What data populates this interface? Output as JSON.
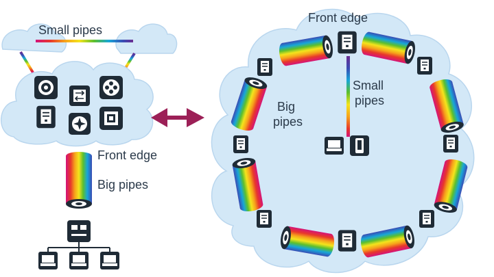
{
  "labels": {
    "small_pipes_top": "Small pipes",
    "front_edge_left": "Front edge",
    "big_pipes_left": "Big pipes",
    "front_edge_right": "Front edge",
    "big_pipes_right_line1": "Big",
    "big_pipes_right_line2": "pipes",
    "small_pipes_right_line1": "Small",
    "small_pipes_right_line2": "pipes"
  },
  "colors": {
    "cloud_fill": "#d3e8f7",
    "cloud_stroke": "#b9d6ee",
    "server_box": "#1f2b36",
    "arrow": "#9c2057",
    "text": "#2b3a4a",
    "rainbow": [
      "#d4147a",
      "#e8372b",
      "#f6a21b",
      "#f4e41c",
      "#5cbf2d",
      "#17a6d8",
      "#3a4bb4",
      "#6b2c91"
    ]
  },
  "icons": {
    "left_cloud_top": [
      "disk-icon",
      "router-switch-icon",
      "film-reel-icon"
    ],
    "left_cloud_bottom": [
      "server-icon",
      "compass-icon",
      "storage-icon"
    ],
    "left_switch": "switch-icon",
    "left_clients": [
      "laptop-icon",
      "laptop-icon",
      "laptop-icon"
    ],
    "ring_nodes": "server-icon",
    "center_devices": [
      "laptop-icon",
      "phone-icon"
    ],
    "connector": "double-arrow-icon"
  }
}
